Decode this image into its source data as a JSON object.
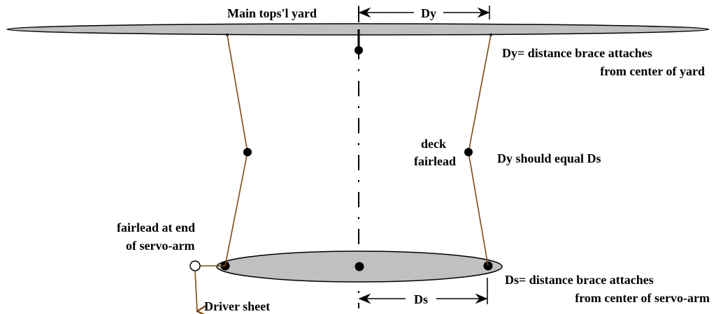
{
  "labels": {
    "yard": "Main tops'l yard",
    "dy": "Dy",
    "ds": "Ds",
    "dy_def_line1": "Dy= distance brace attaches",
    "dy_def_line2": "from center of yard",
    "deck_fairlead_line1": "deck",
    "deck_fairlead_line2": "fairlead",
    "equality": "Dy should equal Ds",
    "servo_fairlead_line1": "fairlead at end",
    "servo_fairlead_line2": "of servo-arm",
    "driver_sheet": "Driver sheet",
    "ds_def_line1": "Ds= distance brace attaches",
    "ds_def_line2": "from center of servo-arm"
  },
  "colors": {
    "brace": "#7a4a12",
    "fill": "#c0c0c0"
  }
}
